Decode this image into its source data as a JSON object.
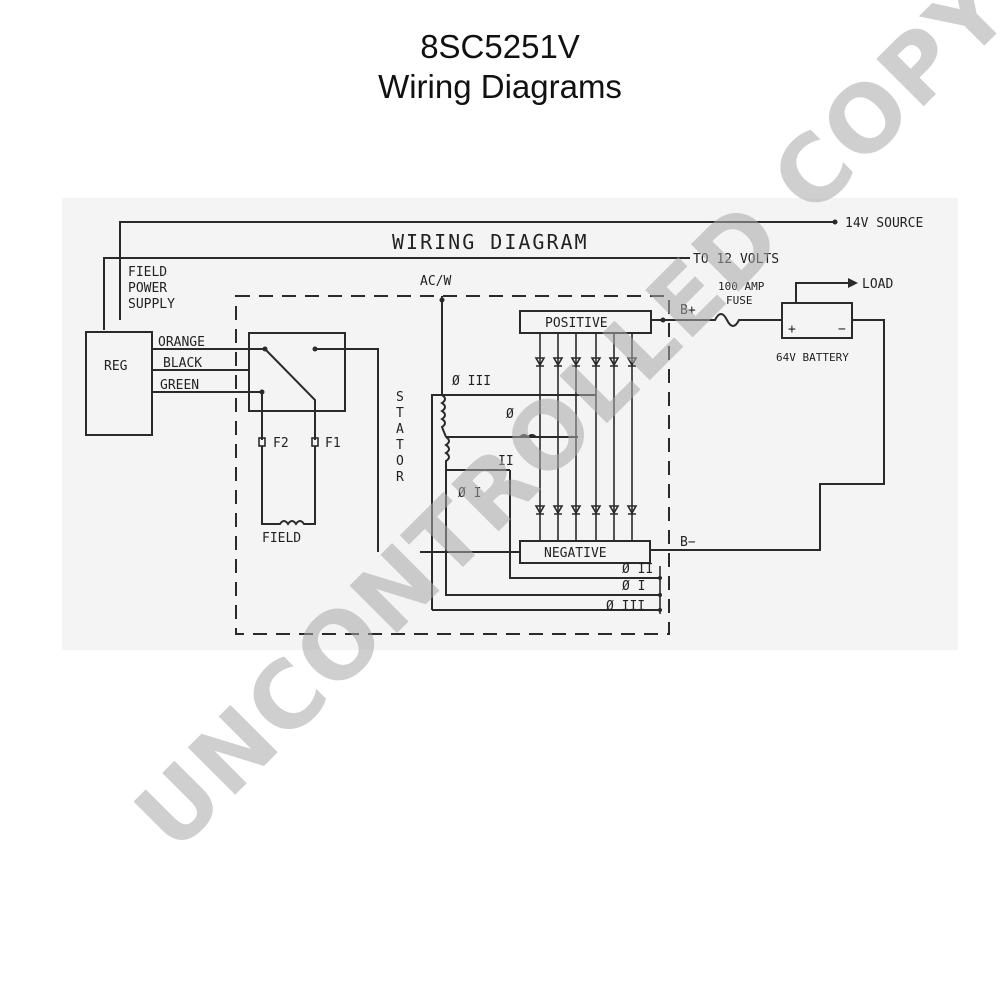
{
  "header": {
    "part_number": "8SC5251V",
    "subtitle": "Wiring Diagrams"
  },
  "diagram": {
    "heading": "WIRING DIAGRAM",
    "source_14v": "14V SOURCE",
    "to_12_volts": "TO 12 VOLTS",
    "field_power_supply": [
      "FIELD",
      "POWER",
      "SUPPLY"
    ],
    "regulator": "REG",
    "wire_orange": "ORANGE",
    "wire_black": "BLACK",
    "wire_green": "GREEN",
    "terminal_f2": "F2",
    "terminal_f1": "F1",
    "field": "FIELD",
    "ac_w": "AC/W",
    "stator": [
      "S",
      "T",
      "A",
      "T",
      "O",
      "R"
    ],
    "positive": "POSITIVE",
    "negative": "NEGATIVE",
    "phase_3": "Ø III",
    "phase_2": "Ø",
    "phase_2b": "II",
    "phase_1": "Ø I",
    "b_plus": "B+",
    "b_minus": "B−",
    "fuse": [
      "100 AMP",
      "FUSE"
    ],
    "battery": "64V BATTERY",
    "battery_plus": "+",
    "battery_minus": "−",
    "load": "LOAD",
    "out_phase_2": "Ø II",
    "out_phase_1": "Ø I",
    "out_phase_3": "Ø III"
  },
  "watermark": "UNCONTROLLED COPY"
}
